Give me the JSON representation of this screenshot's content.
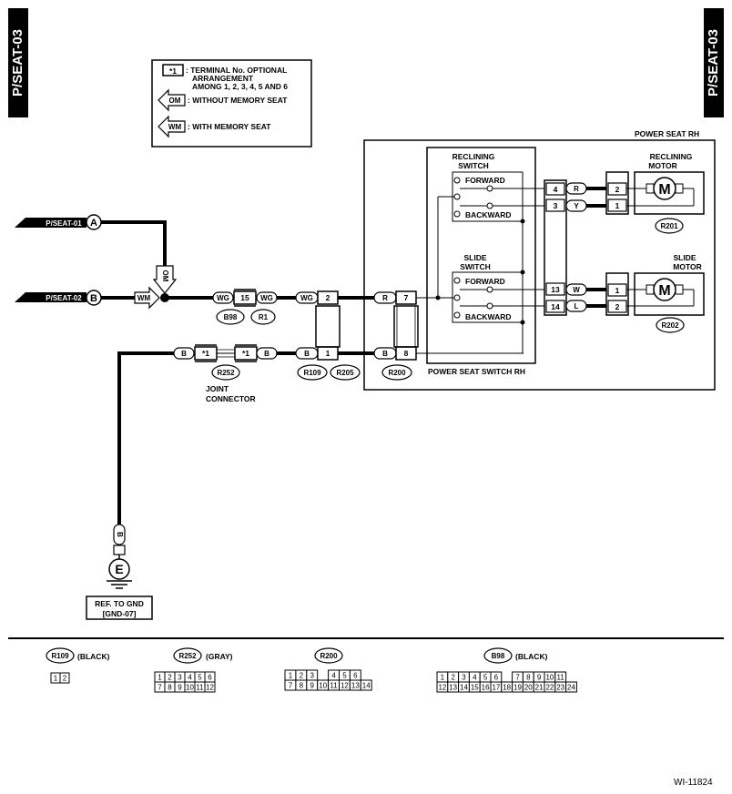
{
  "page_tag": "P/SEAT-03",
  "figure_id": "WI-11824",
  "legend": {
    "optional_symbol": "*1",
    "optional_text_1": ": TERMINAL No. OPTIONAL",
    "optional_text_2": "ARRANGEMENT",
    "optional_text_3": "AMONG 1, 2, 3, 4, 5 AND 6",
    "om_symbol": "OM",
    "om_text": ": WITHOUT MEMORY SEAT",
    "wm_symbol": "WM",
    "wm_text": ": WITH MEMORY SEAT"
  },
  "inputs": {
    "a_label": "P/SEAT-01",
    "a_letter": "A",
    "b_label": "P/SEAT-02",
    "b_letter": "B",
    "om_tag": "OM",
    "wm_tag": "WM"
  },
  "wires": {
    "wg": "WG",
    "b": "B",
    "r": "R",
    "y": "Y",
    "w": "W",
    "l": "L"
  },
  "connectors": {
    "b98": "B98",
    "r1": "R1",
    "r252": "R252",
    "r109": "R109",
    "r205": "R205",
    "r200": "R200",
    "r201": "R201",
    "r202": "R202"
  },
  "pins": {
    "p15": "15",
    "p2": "2",
    "p1": "1",
    "p7": "7",
    "p8": "8",
    "p4": "4",
    "p3": "3",
    "p13": "13",
    "p14": "14",
    "opt": "*1"
  },
  "labels": {
    "power_seat_rh": "POWER SEAT RH",
    "switch_rh": "POWER SEAT SWITCH RH",
    "reclining_switch_1": "RECLINING",
    "reclining_switch_2": "SWITCH",
    "slide_switch_1": "SLIDE",
    "slide_switch_2": "SWITCH",
    "forward": "FORWARD",
    "backward": "BACKWARD",
    "reclining_motor_1": "RECLINING",
    "reclining_motor_2": "MOTOR",
    "slide_motor_1": "SLIDE",
    "slide_motor_2": "MOTOR",
    "motor_symbol": "M",
    "joint_1": "JOINT",
    "joint_2": "CONNECTOR",
    "ground_letter": "E",
    "ref_gnd_1": "REF. TO GND",
    "ref_gnd_2": "[GND-07]"
  },
  "connector_views": {
    "r109": {
      "name": "R109",
      "color": "(BLACK)",
      "pins": [
        "1",
        "2"
      ]
    },
    "r252": {
      "name": "R252",
      "color": "(GRAY)",
      "row1": [
        "1",
        "2",
        "3",
        "4",
        "5",
        "6"
      ],
      "row2": [
        "7",
        "8",
        "9",
        "10",
        "11",
        "12"
      ]
    },
    "r200": {
      "name": "R200",
      "color": "",
      "row1": [
        "1",
        "2",
        "3",
        "",
        "4",
        "5",
        "6"
      ],
      "row2": [
        "7",
        "8",
        "9",
        "10",
        "11",
        "12",
        "13",
        "14"
      ]
    },
    "b98": {
      "name": "B98",
      "color": "(BLACK)",
      "row1": [
        "1",
        "2",
        "3",
        "4",
        "5",
        "6",
        "",
        "7",
        "8",
        "9",
        "10",
        "11"
      ],
      "row2": [
        "12",
        "13",
        "14",
        "15",
        "16",
        "17",
        "18",
        "19",
        "20",
        "21",
        "22",
        "23",
        "24"
      ]
    }
  }
}
